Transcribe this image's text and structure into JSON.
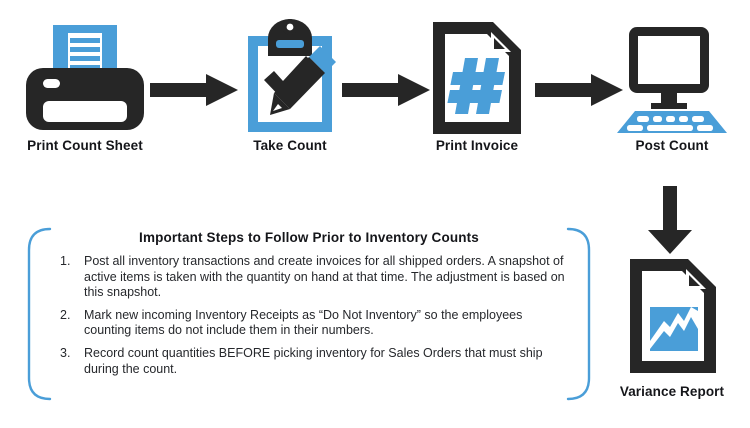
{
  "colors": {
    "blue": "#4a9ed8",
    "dark": "#262626",
    "text": "#26282c",
    "background": "#ffffff"
  },
  "flow": {
    "steps": [
      {
        "label": "Print Count Sheet",
        "icon": "printer-icon"
      },
      {
        "label": "Take Count",
        "icon": "clipboard-checklist-icon"
      },
      {
        "label": "Print Invoice",
        "icon": "invoice-document-icon"
      },
      {
        "label": "Post Count",
        "icon": "computer-monitor-icon"
      }
    ],
    "arrows": [
      {
        "name": "arrow-right-icon"
      },
      {
        "name": "arrow-right-icon"
      },
      {
        "name": "arrow-right-icon"
      },
      {
        "name": "arrow-down-icon"
      }
    ],
    "output": {
      "label": "Variance Report",
      "icon": "report-chart-document-icon"
    }
  },
  "callout": {
    "title": "Important Steps to Follow Prior to Inventory Counts",
    "items": [
      {
        "number": "1.",
        "text": "Post all inventory transactions and create invoices for all shipped orders. A snapshot of active items is taken with the quantity on hand at that time. The adjustment is based on this snapshot."
      },
      {
        "number": "2.",
        "text": "Mark new incoming Inventory Receipts as “Do Not Inventory” so the employees counting items do not include them in their numbers."
      },
      {
        "number": "3.",
        "text": "Record count quantities BEFORE picking inventory for Sales Orders that must ship during the count."
      }
    ]
  }
}
